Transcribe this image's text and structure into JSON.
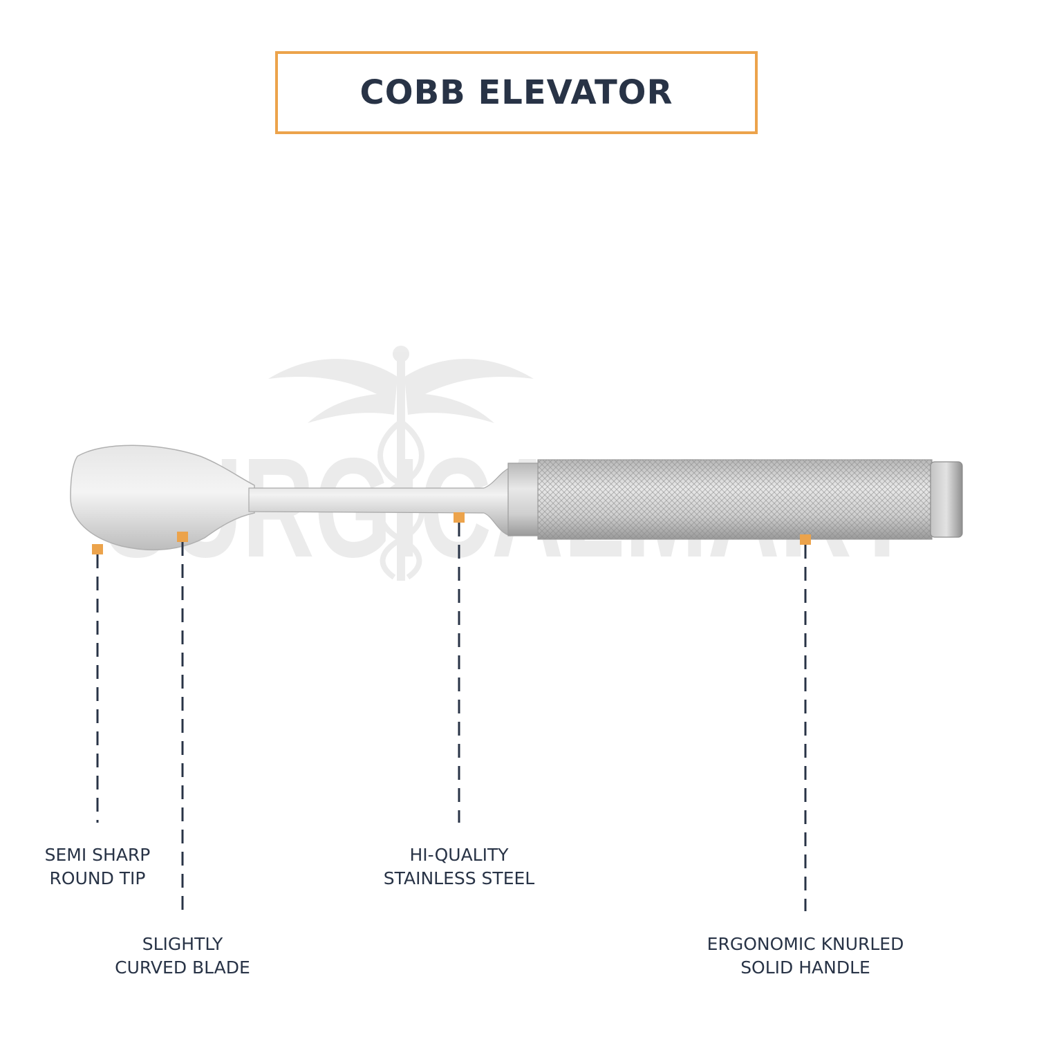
{
  "title": "COBB ELEVATOR",
  "watermark": {
    "text": "SURGICALMART",
    "icon": "caduceus-icon"
  },
  "colors": {
    "accent": "#eca34b",
    "text": "#283346",
    "line": "#283346"
  },
  "callouts": [
    {
      "id": "tip",
      "line1": "SEMI SHARP",
      "line2": "ROUND TIP"
    },
    {
      "id": "blade",
      "line1": "SLIGHTLY",
      "line2": "CURVED BLADE"
    },
    {
      "id": "steel",
      "line1": "HI-QUALITY",
      "line2": "STAINLESS STEEL"
    },
    {
      "id": "handle",
      "line1": "ERGONOMIC KNURLED",
      "line2": "SOLID HANDLE"
    }
  ]
}
